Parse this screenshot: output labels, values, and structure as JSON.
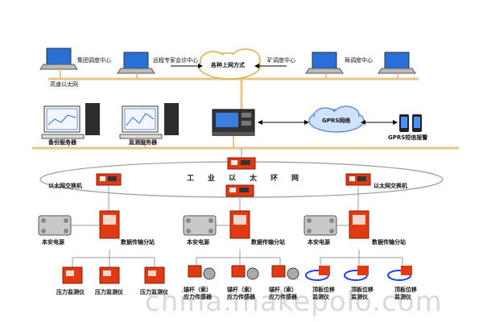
{
  "top": {
    "centers": [
      "集团调度中心",
      "远程专家会诊中心",
      "矿调度中心",
      "局调度中心"
    ],
    "ethernet": "高速以太网",
    "access": "各种上网方式"
  },
  "middle": {
    "servers": [
      "备份服务器",
      "监测服务器"
    ],
    "gprs_network": "GPRS网络",
    "gprs_alarm": "GPRS短信报警"
  },
  "ring": {
    "chars": [
      "工",
      "业",
      "以",
      "太",
      "环",
      "网"
    ],
    "switch_label": "以太网交换机"
  },
  "stations": {
    "power": "本安电源",
    "substation": "数据传输分站"
  },
  "sensors": {
    "pressure": "压力监测仪",
    "anchor": "锚杆（索）应力传感器",
    "roof": "顶板位移监测仪"
  },
  "watermark": "china.makepolo.com",
  "colors": {
    "line_main": "#e8c48a",
    "ring": "#9a9a9a",
    "station_red": "#e13a12",
    "sensor_blue": "#1a3cff"
  }
}
